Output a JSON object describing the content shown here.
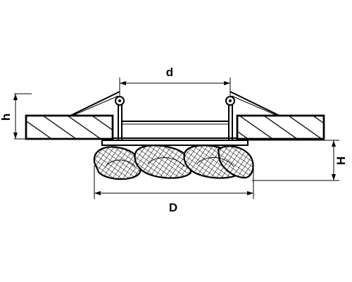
{
  "drawing": {
    "labels": {
      "d": "d",
      "h": "h",
      "H": "H",
      "D": "D"
    }
  }
}
